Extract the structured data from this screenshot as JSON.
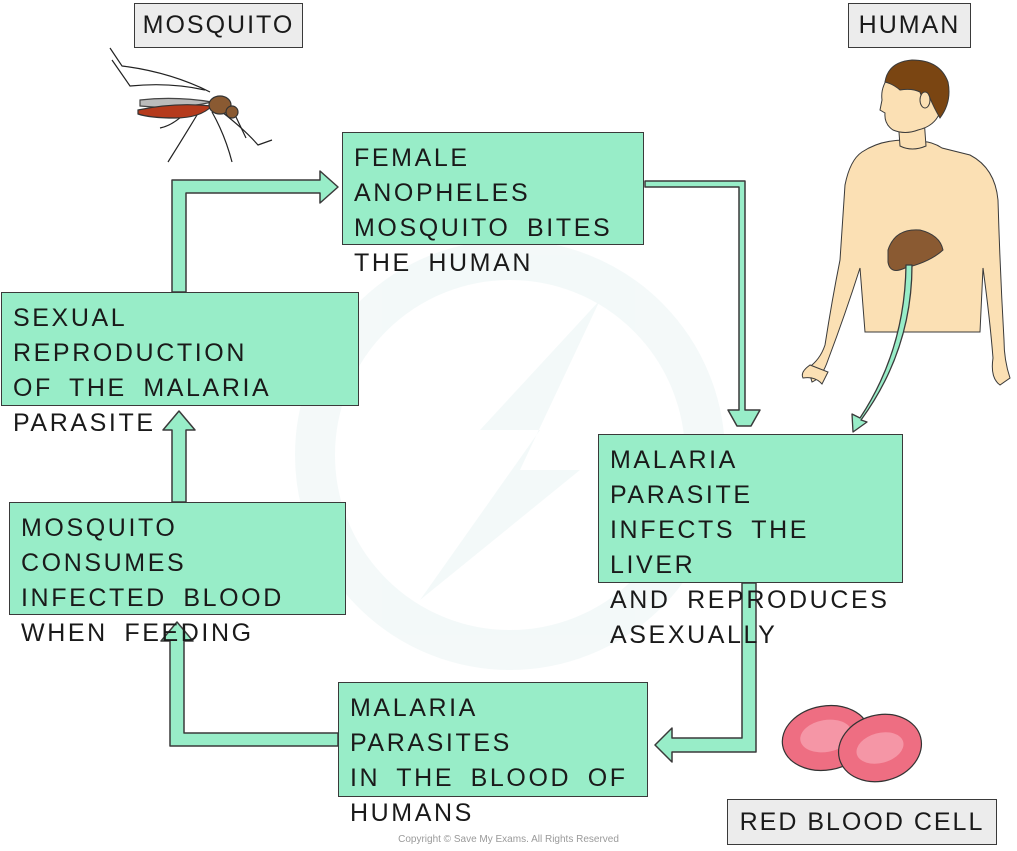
{
  "labels": {
    "mosquito": "MOSQUITO",
    "human": "HUMAN",
    "red_blood_cell": "RED BLOOD CELL"
  },
  "steps": {
    "bite": "FEMALE ANOPHELES\nMOSQUITO BITES\nTHE HUMAN",
    "liver": "MALARIA PARASITE\nINFECTS THE LIVER\nAND REPRODUCES\nASEXUALLY",
    "blood": "MALARIA PARASITES\nIN THE BLOOD OF\nHUMANS",
    "feeding": "MOSQUITO CONSUMES\nINFECTED BLOOD\nWHEN FEEDING",
    "sexual": "SEXUAL REPRODUCTION\nOF THE MALARIA\nPARASITE"
  },
  "footer": {
    "copyright": "Copyright © Save My Exams. All Rights Reserved"
  },
  "colors": {
    "step_fill": "#98edc8",
    "arrow_fill": "#98edc8",
    "label_fill": "#ececec",
    "skin": "#fbe0b4",
    "hair": "#7a4512",
    "liver": "#8a5a32",
    "cell": "#ee6e82",
    "mosquito_abdomen": "#b53a1c"
  }
}
